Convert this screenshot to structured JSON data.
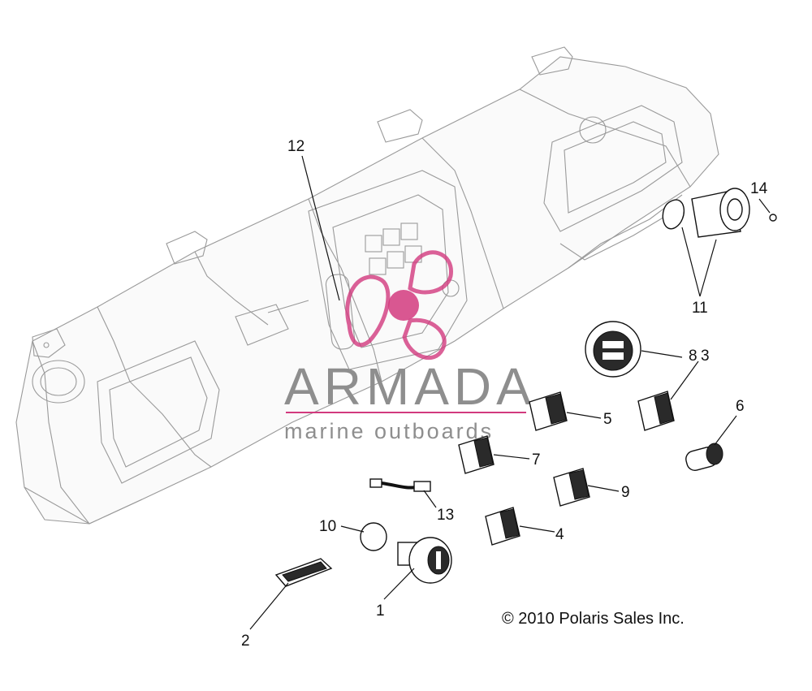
{
  "diagram": {
    "callouts": [
      "1",
      "2",
      "3",
      "4",
      "5",
      "6",
      "7",
      "8",
      "9",
      "10",
      "11",
      "12",
      "13",
      "14"
    ],
    "copyright": "© 2010 Polaris Sales Inc."
  },
  "watermark": {
    "title": "ARMADA",
    "subtitle": "marine outboards",
    "colors": {
      "text": "#8e8e8e",
      "logo": "#d23a7e"
    }
  }
}
